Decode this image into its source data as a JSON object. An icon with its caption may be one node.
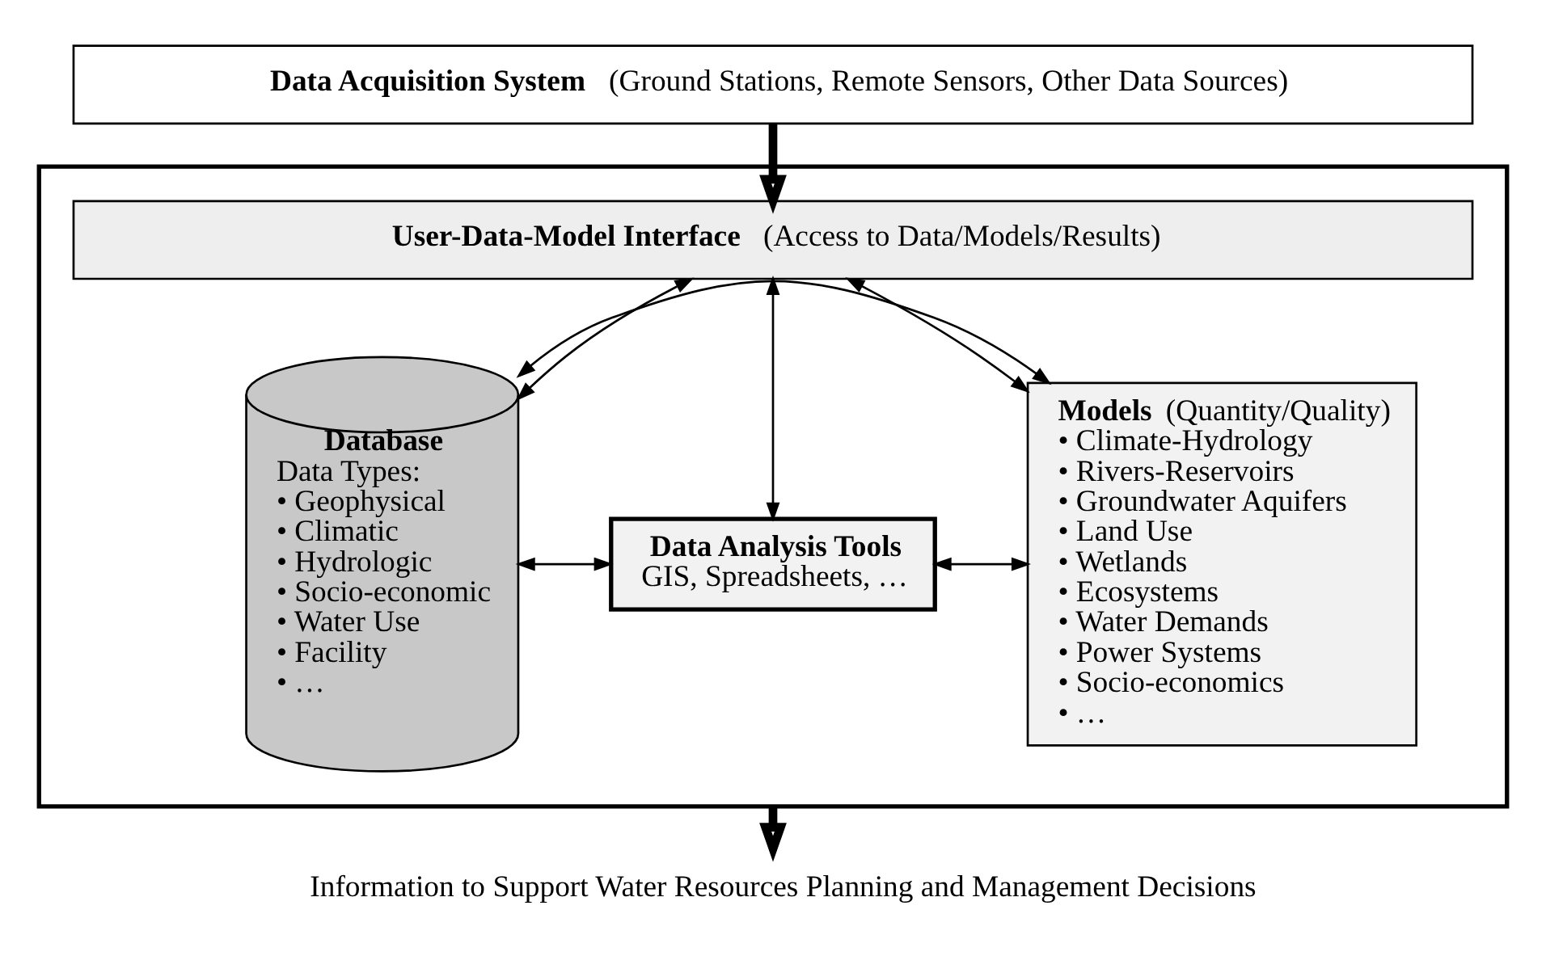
{
  "diagram": {
    "nodes": [
      {
        "text": [
          "Data Acquisition System",
          "(Ground Stations, Remote Sensors, Other Data Sources)"
        ]
      },
      {
        "text": [],
        "shape": "box"
      },
      {
        "text": [
          "User-Data-Model Interface",
          "(Access to Data/Models/Results)"
        ],
        "in": 1
      },
      {
        "text": [
          "Database",
          "Data Types:",
          "• Geophysical",
          "• Climatic",
          "• Hydrologic",
          "• Socio-economic",
          "• Water Use",
          "• Facility",
          "• …"
        ],
        "in": 1
      },
      {
        "text": [
          "Data Analysis Tools",
          "GIS, Spreadsheets, …"
        ],
        "in": 1
      },
      {
        "text": [
          "Models",
          "(Quantity/Quality)",
          "• Climate-Hydrology",
          "• Rivers-Reservoirs",
          "• Groundwater Aquifers",
          "• Land Use",
          "• Wetlands",
          "• Ecosystems",
          "• Water Demands",
          "• Power Systems",
          "• Socio-economics",
          "• …"
        ],
        "in": 1
      },
      {
        "text": [
          "Information to Support Water Resources Planning and Management Decisions"
        ]
      }
    ],
    "edges": [
      {
        "from": 0,
        "to": 2,
        "arrow": "to",
        "style": "thick"
      },
      {
        "from": 2,
        "to": 3,
        "arrow": "both"
      },
      {
        "from": 2,
        "to": 4,
        "arrow": "both"
      },
      {
        "from": 2,
        "to": 5,
        "arrow": "both"
      },
      {
        "from": 3,
        "to": 4,
        "arrow": "both"
      },
      {
        "from": 4,
        "to": 5,
        "arrow": "both"
      },
      {
        "from": 3,
        "to": 5,
        "arrow": "both"
      },
      {
        "from": 1,
        "to": 6,
        "arrow": "to",
        "style": "thick"
      }
    ]
  }
}
